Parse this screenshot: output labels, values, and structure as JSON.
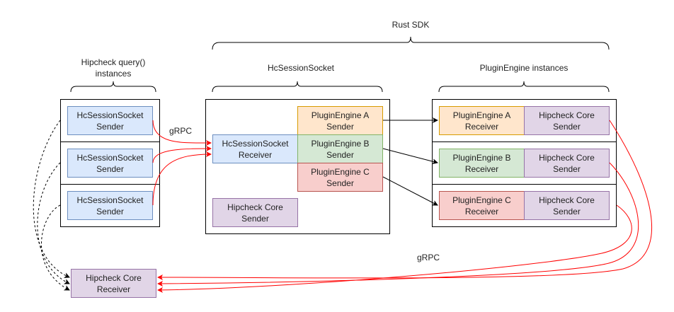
{
  "groups": {
    "rust_sdk": "Rust SDK",
    "query_instances": "Hipcheck query()\ninstances",
    "session_socket": "HcSessionSocket",
    "plugin_engine_instances": "PluginEngine instances"
  },
  "query_senders": [
    "HcSessionSocket\nSender",
    "HcSessionSocket\nSender",
    "HcSessionSocket\nSender"
  ],
  "session_socket_box": {
    "receiver": "HcSessionSocket\nReceiver",
    "plugin_senders": [
      {
        "label": "PluginEngine A\nSender",
        "color": "orange"
      },
      {
        "label": "PluginEngine B\nSender",
        "color": "green"
      },
      {
        "label": "PluginEngine C\nSender",
        "color": "red"
      }
    ],
    "core_sender": "Hipcheck Core\nSender"
  },
  "plugin_instances": [
    {
      "receiver": "PluginEngine A\nReceiver",
      "color": "orange",
      "core_sender": "Hipcheck Core\nSender"
    },
    {
      "receiver": "PluginEngine B\nReceiver",
      "color": "green",
      "core_sender": "Hipcheck Core\nSender"
    },
    {
      "receiver": "PluginEngine C\nReceiver",
      "color": "red",
      "core_sender": "Hipcheck Core\nSender"
    }
  ],
  "core_receiver": "Hipcheck Core\nReceiver",
  "edge_labels": {
    "grpc_top": "gRPC",
    "grpc_bottom": "gRPC"
  },
  "colors": {
    "grpc_edge": "#ff0000",
    "local_edge": "#000000",
    "blue_fill": "#dae8fc",
    "orange_fill": "#ffe6cc",
    "green_fill": "#d5e8d4",
    "red_fill": "#f8cecc",
    "purple_fill": "#e1d5e7"
  }
}
